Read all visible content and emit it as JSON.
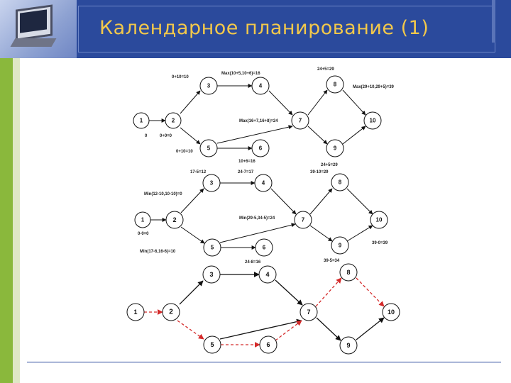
{
  "title": "Календарное планирование (1)",
  "nodes": [
    "1",
    "2",
    "3",
    "4",
    "5",
    "6",
    "7",
    "8",
    "9",
    "10"
  ],
  "annotations_top": {
    "a1": "0+10=10",
    "a2": "Max(10+5,10+6)=16",
    "a3": "24+5=29",
    "a4": "Max(29+10,29+5)=39",
    "a5": "Max(16+7,16+8)=24",
    "a6": "0",
    "a7": "0+0=0",
    "a8": "0+10=10",
    "a9": "10+6=16",
    "a10": "24+5=29"
  },
  "annotations_middle": {
    "b1": "17-5=12",
    "b2": "24-7=17",
    "b3": "39-10=29",
    "b4": "Min(12-10,10-10)=0",
    "b5": "Min(29-5,34-5)=24",
    "b6": "0-0=0",
    "b7": "39-0=39",
    "b8": "Min(17-6,16-6)=10",
    "b9": "24-8=16",
    "b10": "39-5=34"
  },
  "colors": {
    "header": "#2b4a9c",
    "title": "#f2c84b",
    "strip": "#8ab83c",
    "critical": "#d42a2a"
  },
  "icons": {
    "logo": "computer-monitor-icon"
  }
}
